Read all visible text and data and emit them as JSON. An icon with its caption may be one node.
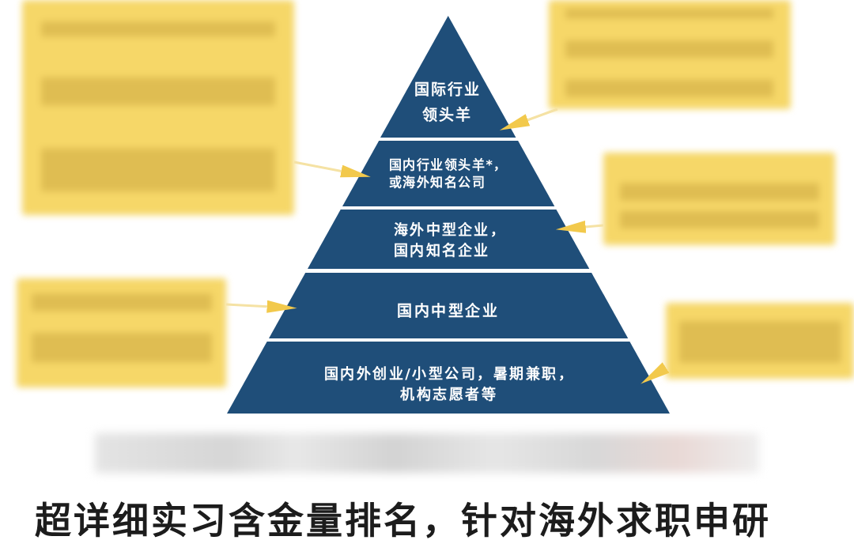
{
  "diagram": {
    "caption": "超详细实习含金量排名，针对海外求职申研",
    "nodes": [
      {
        "text": [
          "国际行业领头羊"
        ]
      },
      {
        "text": [
          "国内行业领头羊*，或海外知名公司"
        ]
      },
      {
        "text": [
          "海外中型企业，国内知名企业"
        ]
      },
      {
        "text": [
          "国内中型企业"
        ]
      },
      {
        "text": [
          "国内外创业/小型公司，暑期兼职，机构志愿者等"
        ]
      },
      {
        "text": [],
        "shape": "box"
      },
      {
        "text": [],
        "shape": "box"
      },
      {
        "text": [],
        "shape": "box"
      },
      {
        "text": [],
        "shape": "box"
      },
      {
        "text": [],
        "shape": "box"
      },
      {
        "text": [],
        "shape": "bar"
      }
    ],
    "edges": [
      {
        "from": 6,
        "to": 0,
        "arrow": "to"
      },
      {
        "from": 5,
        "to": 1,
        "arrow": "to"
      },
      {
        "from": 7,
        "to": 2,
        "arrow": "to"
      },
      {
        "from": 8,
        "to": 3,
        "arrow": "to"
      },
      {
        "from": 9,
        "to": 4,
        "arrow": "to"
      }
    ]
  }
}
